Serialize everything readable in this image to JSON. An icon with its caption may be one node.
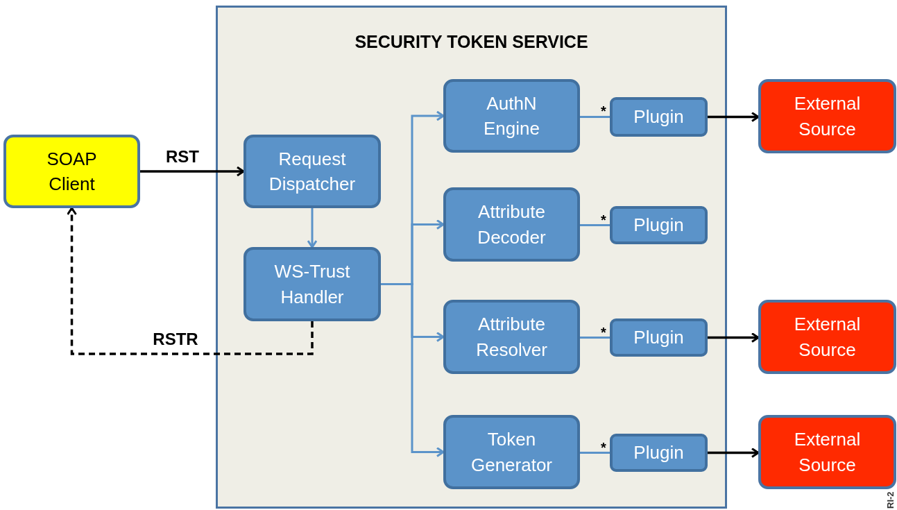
{
  "diagram": {
    "nodes": [
      {
        "text": [
          "SECURITY TOKEN SERVICE"
        ]
      },
      {
        "text": [
          "SOAP Client"
        ]
      },
      {
        "text": [
          "Request Dispatcher"
        ],
        "in": 0
      },
      {
        "text": [
          "WS-Trust Handler"
        ],
        "in": 0
      },
      {
        "text": [
          "AuthN Engine"
        ],
        "in": 0
      },
      {
        "text": [
          "Attribute Decoder"
        ],
        "in": 0
      },
      {
        "text": [
          "Attribute Resolver"
        ],
        "in": 0
      },
      {
        "text": [
          "Token Generator"
        ],
        "in": 0
      },
      {
        "text": [
          "Plugin"
        ],
        "in": 0
      },
      {
        "text": [
          "Plugin"
        ],
        "in": 0
      },
      {
        "text": [
          "Plugin"
        ],
        "in": 0
      },
      {
        "text": [
          "Plugin"
        ],
        "in": 0
      },
      {
        "text": [
          "External Source"
        ]
      },
      {
        "text": [
          "External Source"
        ]
      },
      {
        "text": [
          "External Source"
        ]
      }
    ],
    "edges": [
      {
        "from": 1,
        "to": 2,
        "arrow": "to",
        "label": "RST",
        "color": "#000000"
      },
      {
        "from": 2,
        "to": 3,
        "arrow": "to"
      },
      {
        "from": 3,
        "to": 4,
        "arrow": "to"
      },
      {
        "from": 3,
        "to": 5,
        "arrow": "to"
      },
      {
        "from": 3,
        "to": 6,
        "arrow": "to"
      },
      {
        "from": 3,
        "to": 7,
        "arrow": "to"
      },
      {
        "from": 4,
        "to": 8,
        "arrow": "none",
        "label": "*"
      },
      {
        "from": 5,
        "to": 9,
        "arrow": "none",
        "label": "*"
      },
      {
        "from": 6,
        "to": 10,
        "arrow": "none",
        "label": "*"
      },
      {
        "from": 7,
        "to": 11,
        "arrow": "none",
        "label": "*"
      },
      {
        "from": 8,
        "to": 12,
        "arrow": "to",
        "color": "#000000"
      },
      {
        "from": 10,
        "to": 13,
        "arrow": "to",
        "color": "#000000"
      },
      {
        "from": 11,
        "to": 14,
        "arrow": "to",
        "color": "#000000"
      },
      {
        "from": 3,
        "to": 1,
        "arrow": "to",
        "label": "RSTR",
        "style": "dashed",
        "color": "#000000"
      }
    ],
    "labels": [
      "RI-2"
    ]
  }
}
